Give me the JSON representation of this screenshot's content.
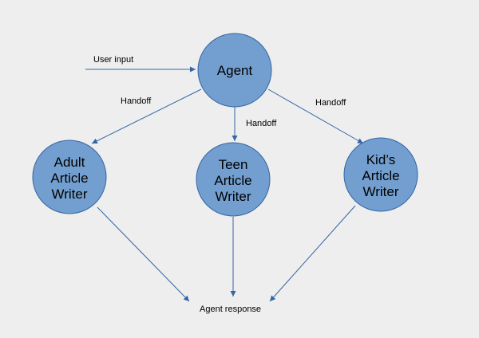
{
  "nodes": {
    "agent": {
      "label": "Agent"
    },
    "adult": {
      "lines": [
        "Adult",
        "Article",
        "Writer"
      ]
    },
    "teen": {
      "lines": [
        "Teen",
        "Article",
        "Writer"
      ]
    },
    "kids": {
      "lines": [
        "Kid’s",
        "Article",
        "Writer"
      ]
    }
  },
  "labels": {
    "user_input": "User input",
    "handoff_left": "Handoff",
    "handoff_center": "Handoff",
    "handoff_right": "Handoff",
    "agent_response": "Agent response"
  },
  "colors": {
    "node_fill": "#729fcf",
    "node_stroke": "#3465a4",
    "arrow": "#3465a4",
    "background": "#eeeeee"
  }
}
